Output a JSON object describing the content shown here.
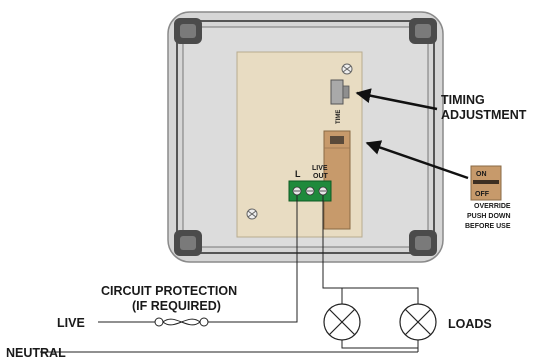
{
  "labels": {
    "timing_line1": "TIMING",
    "timing_line2": "ADJUSTMENT",
    "time_pot": "TIME",
    "terminal_l": "L",
    "terminal_live_out_1": "LIVE",
    "terminal_live_out_2": "OUT",
    "switch_on": "ON",
    "switch_off": "OFF",
    "override_1": "OVERRIDE",
    "override_2": "PUSH DOWN",
    "override_3": "BEFORE USE",
    "circuit_1": "CIRCUIT PROTECTION",
    "circuit_2": "(IF REQUIRED)",
    "live": "LIVE",
    "neutral": "NEUTRAL",
    "loads": "LOADS"
  },
  "colors": {
    "enclosure": "#d2d2d2",
    "board": "#e8dcc2",
    "switch_body": "#c79a6b",
    "terminal_green": "#1f8a3c",
    "corner_block": "#4b4b4b"
  }
}
